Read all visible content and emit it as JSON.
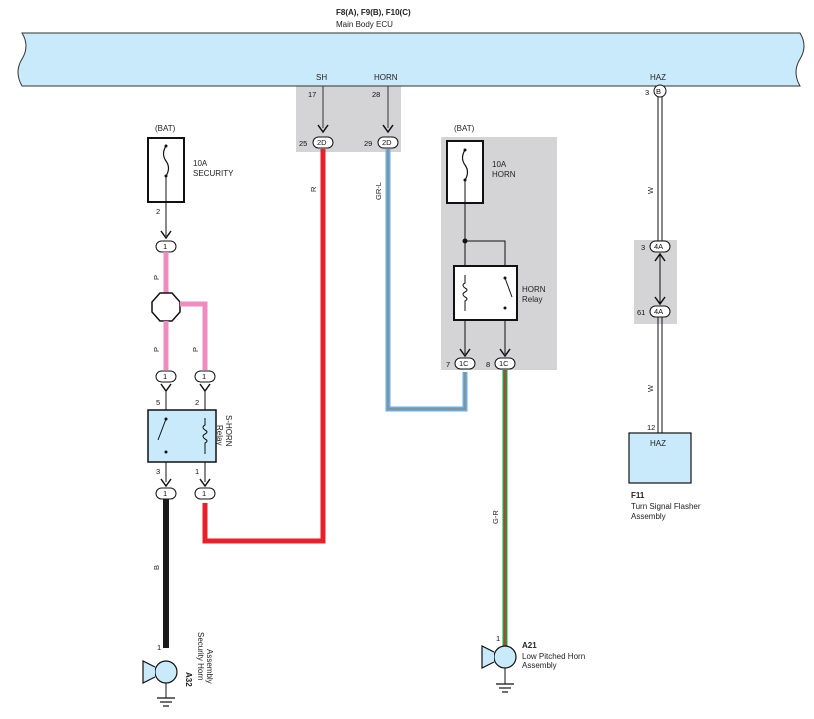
{
  "ecu": {
    "codes": "F8(A), F9(B), F10(C)",
    "name": "Main Body ECU",
    "pins": {
      "sh": {
        "label": "SH",
        "num": "17"
      },
      "horn": {
        "label": "HORN",
        "num": "28"
      },
      "haz": {
        "label": "HAZ",
        "num": "3",
        "conn": "B"
      }
    }
  },
  "connectors": {
    "sh_2d": {
      "pin": "25",
      "id": "2D"
    },
    "horn_2d": {
      "pin": "29",
      "id": "2D"
    },
    "horn_1c_left": {
      "pin": "7",
      "id": "1C"
    },
    "horn_1c_right": {
      "pin": "8",
      "id": "1C"
    },
    "haz_4a_top": {
      "pin": "3",
      "id": "4A"
    },
    "haz_4a_bottom": {
      "pin": "61",
      "id": "4A"
    },
    "sec_1_top": {
      "id": "1"
    },
    "sec_1_mid_left": {
      "id": "1"
    },
    "sec_1_mid_right": {
      "id": "1"
    },
    "sec_1_bot_left": {
      "id": "1"
    },
    "sec_1_bot_right": {
      "id": "1"
    }
  },
  "fuses": {
    "security": {
      "source": "(BAT)",
      "rating": "10A",
      "name": "SECURITY",
      "pin": "2"
    },
    "horn": {
      "source": "(BAT)",
      "rating": "10A",
      "name": "HORN"
    }
  },
  "relays": {
    "shorn": {
      "name_line1": "S-HORN",
      "name_line2": "Relay",
      "pins": {
        "p5": "5",
        "p2": "2",
        "p3": "3",
        "p1": "1"
      }
    },
    "horn": {
      "name_line1": "HORN",
      "name_line2": "Relay"
    }
  },
  "wires": {
    "sh": {
      "color_code": "R",
      "color": "#e8202a"
    },
    "horn": {
      "color_code": "GR-L",
      "color": "#6aaee0"
    },
    "horn_out": {
      "color_code": "G-R",
      "color": "#2e9a44"
    },
    "sec_bat": {
      "color_code": "P",
      "color": "#ee8cc0"
    },
    "sec_p2": {
      "color_code": "P"
    },
    "sec_p3": {
      "color_code": "P"
    },
    "sec_ground": {
      "color_code": "B",
      "color": "#1a1a1a"
    },
    "haz_top": {
      "color_code": "W"
    },
    "haz_bottom": {
      "color_code": "W"
    }
  },
  "components": {
    "security_horn": {
      "code": "A32",
      "name_line1": "Security Horn",
      "name_line2": "Assembly",
      "pin": "1"
    },
    "low_horn": {
      "code": "A21",
      "name_line1": "Low Pitched Horn",
      "name_line2": "Assembly",
      "pin": "1"
    },
    "flasher": {
      "code": "F11",
      "label": "HAZ",
      "name_line1": "Turn Signal Flasher",
      "name_line2": "Assembly",
      "pin": "12"
    }
  },
  "colors": {
    "ecu_fill": "#c9eafa",
    "component_fill": "#c9eafa",
    "shade": "#d4d4d6"
  }
}
